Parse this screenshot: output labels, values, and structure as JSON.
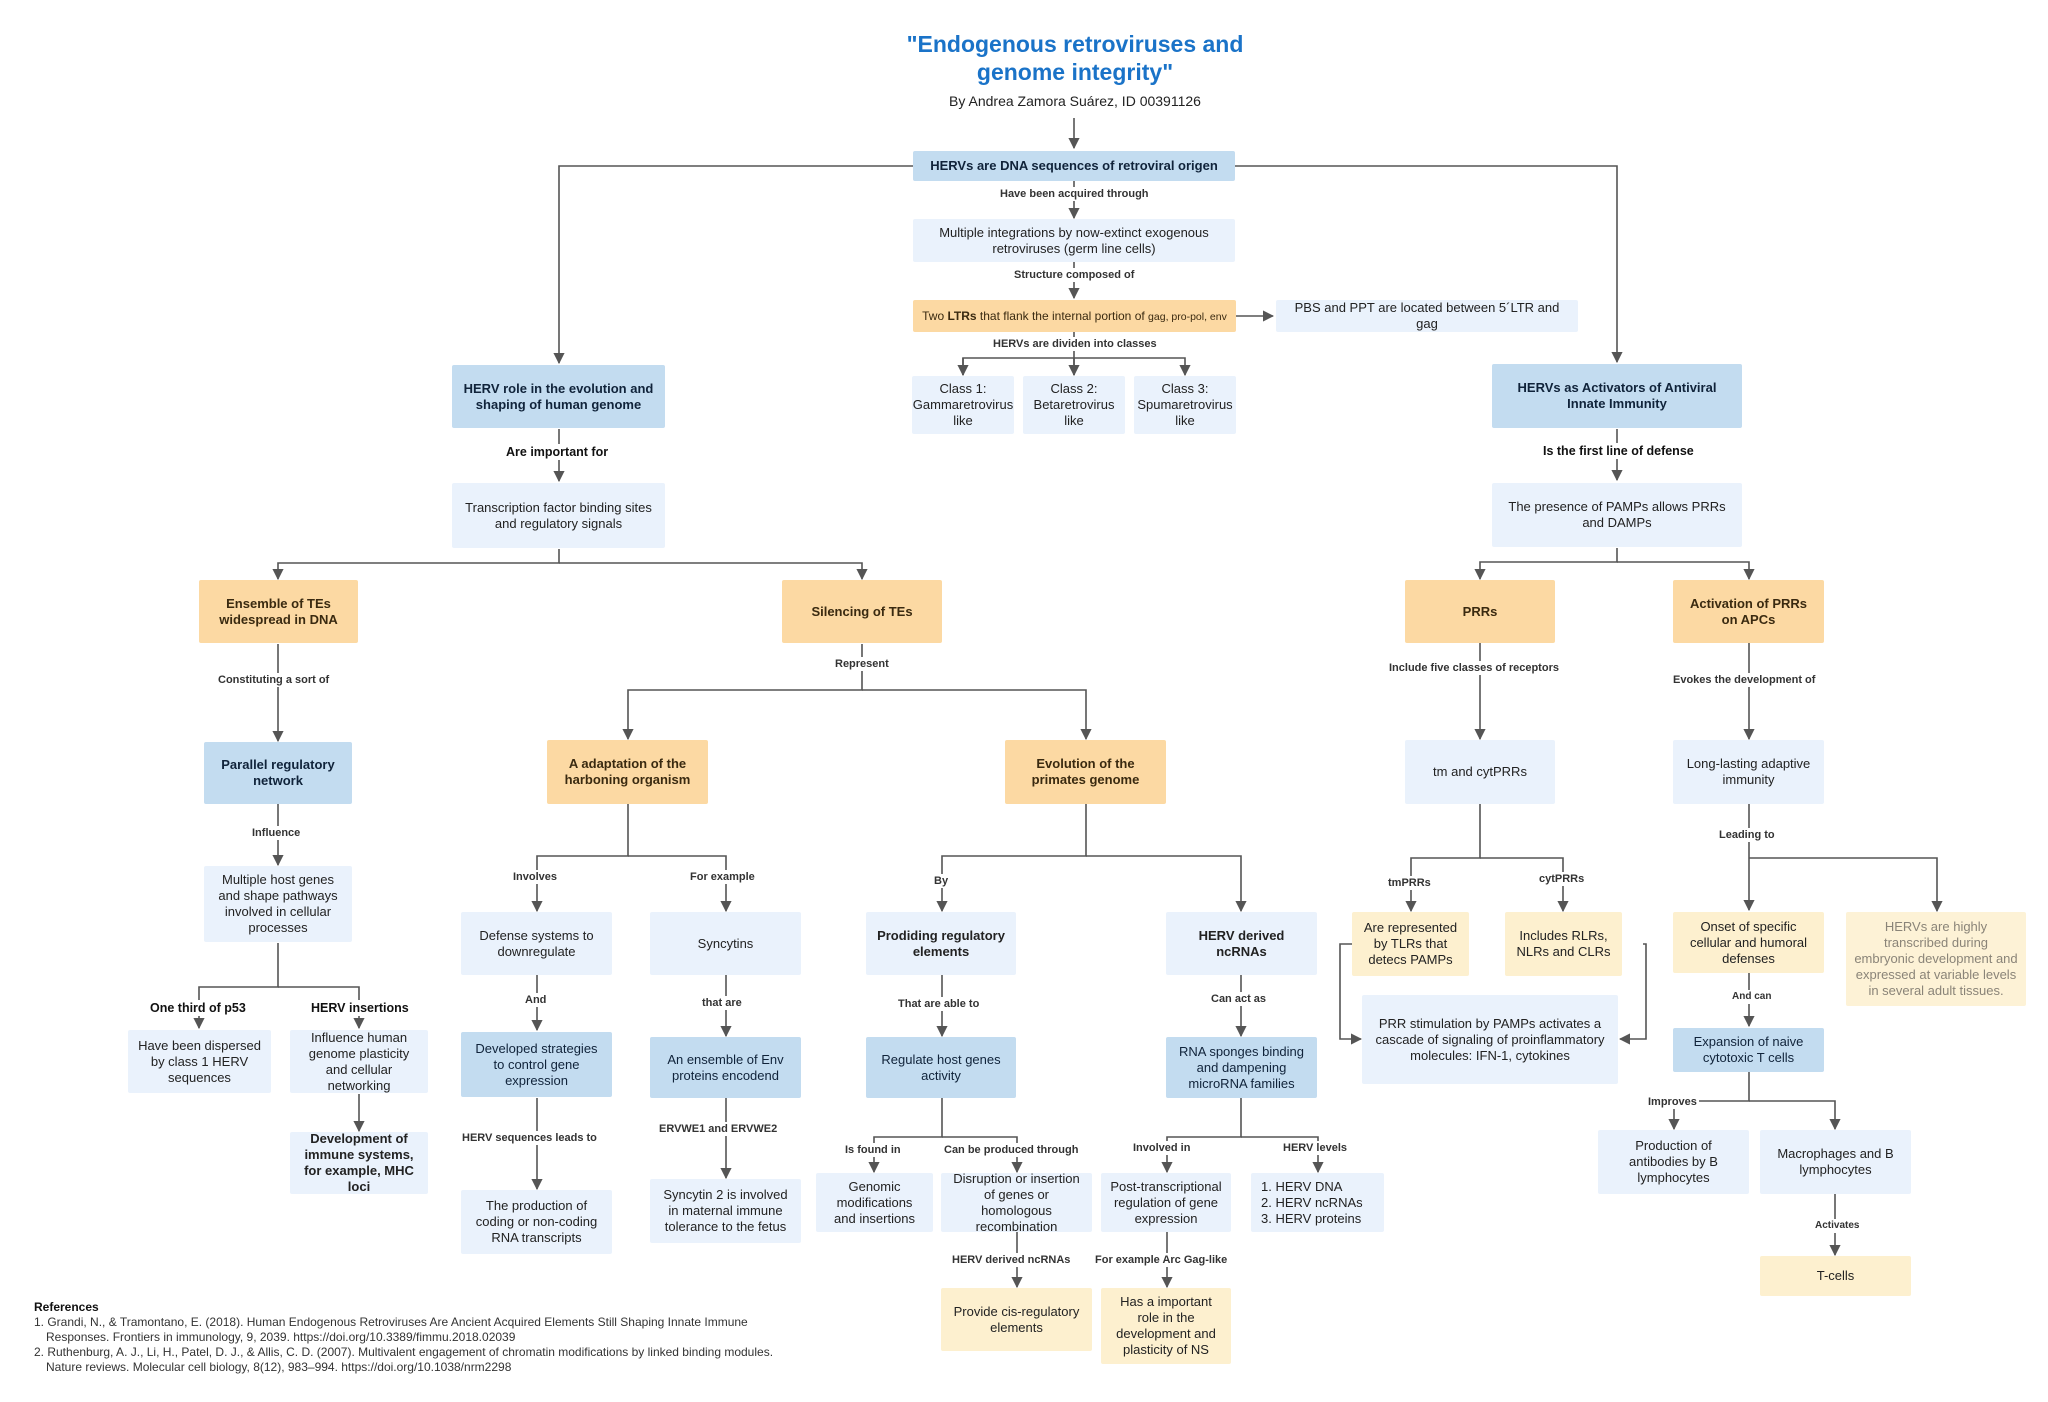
{
  "title": "\"Endogenous retroviruses and genome integrity\"",
  "author": "By Andrea Zamora Suárez, ID 00391126",
  "colors": {
    "blue": "#c3dcf0",
    "pale_blue": "#eaf2fc",
    "orange": "#fcd9a3",
    "cream": "#fdf0cf",
    "title": "#1a73c8",
    "line": "#555555"
  },
  "nodes": {
    "root": "HERVs are DNA sequences of retroviral origen",
    "integrations": "Multiple integrations by now-extinct exogenous retroviruses (germ line cells)",
    "ltr_prefix": "Two ",
    "ltr_bold": "LTRs",
    "ltr_mid": " that flank the internal portion of ",
    "ltr_small": "gag, pro-pol, env",
    "pbs": "PBS and  PPT are located between 5´LTR and gag",
    "class1": "Class 1: Gammaretrovirus like",
    "class2": "Class 2: Betaretrovirus like",
    "class3": "Class 3: Spumaretrovirus like",
    "herv_role": "HERV role in the evolution and shaping of human genome",
    "tf_sites": "Transcription factor binding sites and regulatory signals",
    "ensemble": "Ensemble of TEs widespread in DNA",
    "silencing": "Silencing of TEs",
    "parallel": "Parallel regulatory network",
    "multiple_host": "Multiple host genes and shape pathways involved in cellular processes",
    "dispersed": "Have been dispersed by class 1 HERV sequences",
    "influence_plasticity": "Influence human genome plasticity and cellular networking",
    "immune_dev": "Development of immune systems, for example, MHC loci",
    "adaptation": "A adaptation of the harboning organism",
    "evolution": "Evolution of the primates genome",
    "defense": "Defense systems to downregulate",
    "developed": "Developed strategies to control gene expression",
    "production": "The production of coding or non-coding RNA transcripts",
    "syncytins": "Syncytins",
    "env_ensemble": "An ensemble of Env proteins encodend",
    "syncytin2": "Syncytin 2 is involved in maternal immune tolerance to the fetus",
    "providing": "Prodiding regulatory elements",
    "regulate": "Regulate host genes activity",
    "genomic_mods": "Genomic modifications and insertions",
    "disruption": "Disruption or insertion of genes or homologous recombination",
    "cis_reg": "Provide cis-regulatory elements",
    "herv_ncrna": "HERV derived ncRNAs",
    "sponges": "RNA sponges binding and dampening microRNA families",
    "post_trans": "Post-transcriptional regulation of gene expression",
    "herv_levels_1": "1. HERV DNA",
    "herv_levels_2": "2. HERV ncRNAs",
    "herv_levels_3": "3. HERV proteins",
    "arc_gag": "Has a important role in the development and plasticity of NS",
    "activators": "HERVs as Activators of Antiviral Innate Immunity",
    "pamps": "The presence of PAMPs allows PRRs and DAMPs",
    "prrs": "PRRs",
    "activation_prrs": "Activation of PRRs on APCs",
    "tm_cyt": "tm and cytPRRs",
    "tlrs": "Are represented by TLRs that detecs PAMPs",
    "rlrs": "Includes RLRs, NLRs and CLRs",
    "prr_stim": "PRR stimulation by PAMPs activates a cascade of signaling of proinflammatory molecules: IFN-1, cytokines",
    "long_lasting": "Long-lasting adaptive immunity",
    "onset": "Onset of specific cellular and humoral defenses",
    "hervs_transcribed": "HERVs are highly transcribed during embryonic development and expressed at variable levels in several adult tissues.",
    "naive": "Expansion of naive cytotoxic T cells",
    "antibodies": "Production of antibodies by B lymphocytes",
    "macrophages": "Macrophages and B lymphocytes",
    "tcells": "T-cells"
  },
  "labels": {
    "acquired": "Have been acquired through",
    "structure": "Structure composed of",
    "divided": "HERVs are dividen into classes",
    "important": "Are important for",
    "constituting": "Constituting a sort of",
    "represent": "Represent",
    "influence": "Influence",
    "one_third": "One third of p53",
    "herv_insertions": "HERV insertions",
    "involves": "Involves",
    "for_example": "For example",
    "and": "And",
    "herv_seq": "HERV sequences leads to",
    "that_are": "that are",
    "erv": "ERVWE1 and ERVWE2",
    "by": "By",
    "able": "That are able to",
    "found_in": "Is found in",
    "produced": "Can be produced through",
    "herv_ncrnas": "HERV derived ncRNAs",
    "can_act": "Can act as",
    "involved_in": "Involved in",
    "herv_levels": "HERV levels",
    "arc": "For example Arc Gag-like",
    "first_line": "Is the first line of defense",
    "five_classes": "Include five classes of receptors",
    "evokes": "Evokes the development of",
    "tmprrs": "tmPRRs",
    "cytprrs": "cytPRRs",
    "leading": "Leading to",
    "and_can": "And can",
    "improves": "Improves",
    "activates": "Activates"
  },
  "references": {
    "heading": "References",
    "items": [
      "1. Grandi, N., & Tramontano, E. (2018). Human Endogenous Retroviruses Are Ancient Acquired Elements Still Shaping Innate Immune Responses. Frontiers in immunology, 9, 2039. https://doi.org/10.3389/fimmu.2018.02039",
      "2. Ruthenburg, A. J., Li, H., Patel, D. J., & Allis, C. D. (2007). Multivalent engagement of chromatin modifications by linked binding modules. Nature reviews. Molecular cell biology, 8(12), 983–994. https://doi.org/10.1038/nrm2298"
    ]
  }
}
